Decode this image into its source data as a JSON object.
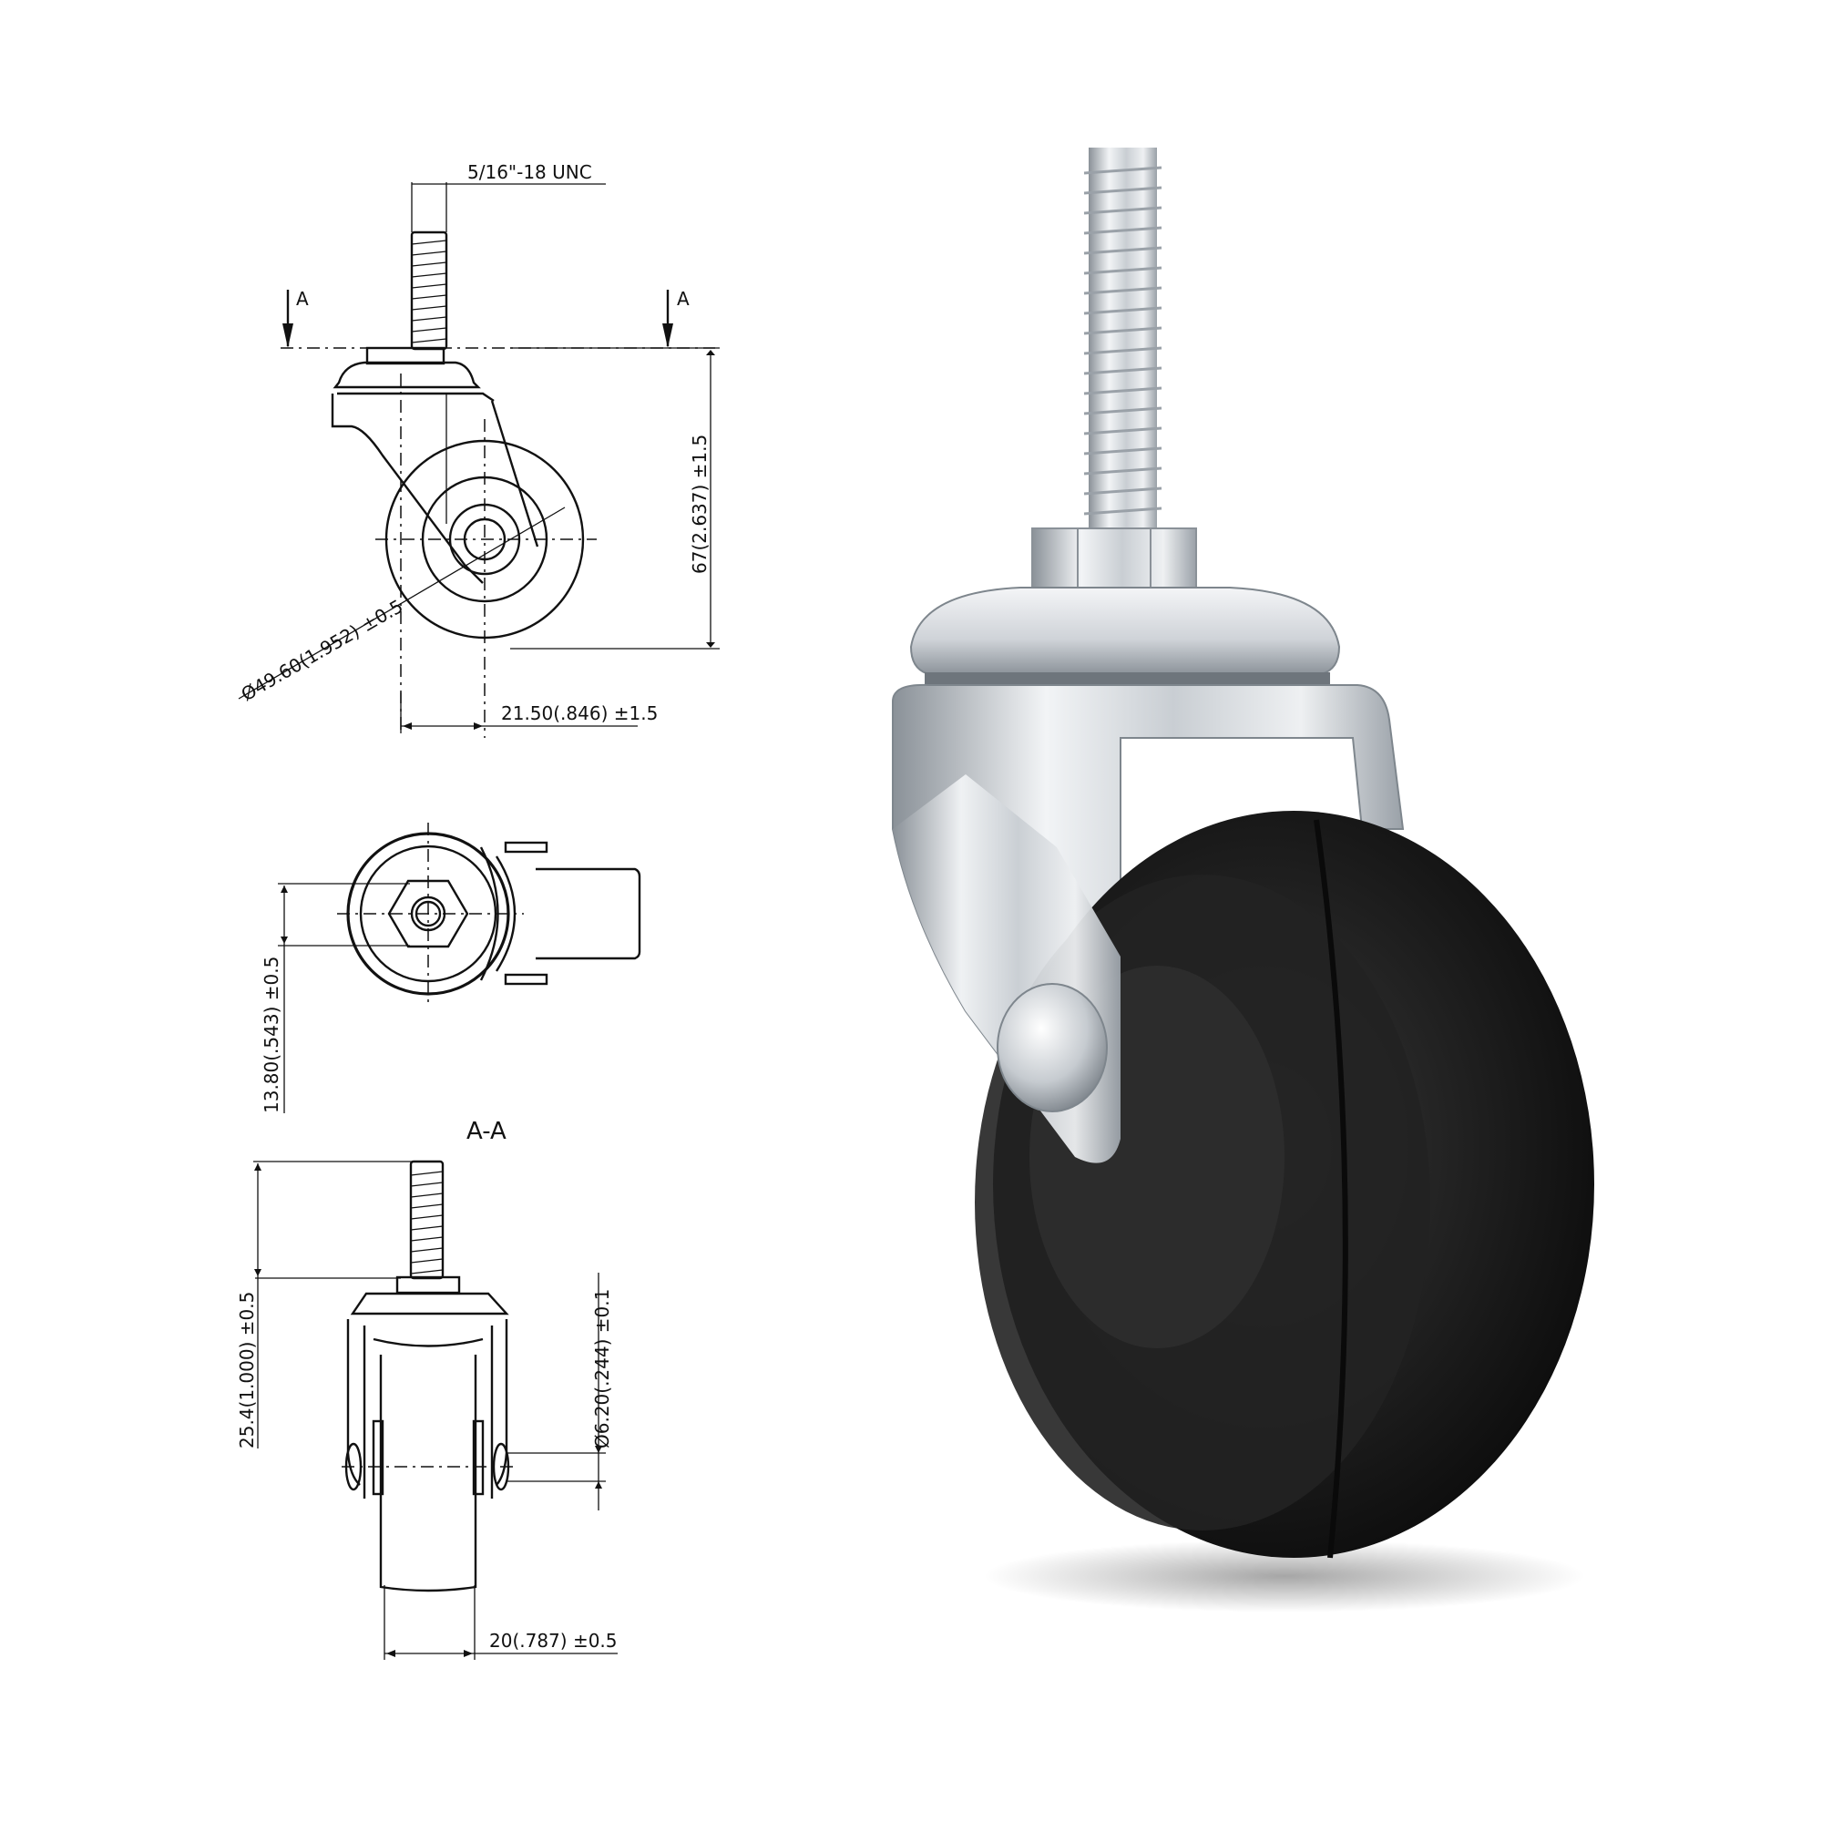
{
  "figure": {
    "title": "Swivel Caster with Threaded Stem — Technical Drawing and Product Photo",
    "colors": {
      "background": "#ffffff",
      "line": "#111111",
      "zinc_plate": "#c9ced3",
      "zinc_highlight": "#f2f4f6",
      "zinc_shadow": "#7e868d",
      "wheel": "#1a1a1a",
      "wheel_highlight": "#3a3a3a"
    }
  },
  "views": {
    "side": {
      "section_marker_left": "A",
      "section_marker_right": "A",
      "thread_spec": "5/16\"-18 UNC",
      "overall_height": "67(2.637) ±1.5",
      "wheel_diameter": "Ø49.60(1.952) ±0.5",
      "swivel_offset": "21.50(.846) ±1.5"
    },
    "top": {
      "section_title": "A-A",
      "offset_dimension": "13.80(.543) ±0.5"
    },
    "front": {
      "stem_length": "25.4(1.000) ±0.5",
      "axle_diameter": "Ø6.20(.244) ±0.1",
      "wheel_width": "20(.787) ±0.5"
    }
  },
  "photo": {
    "subject": "Zinc-plated swivel caster with threaded stem and black rubber wheel"
  }
}
